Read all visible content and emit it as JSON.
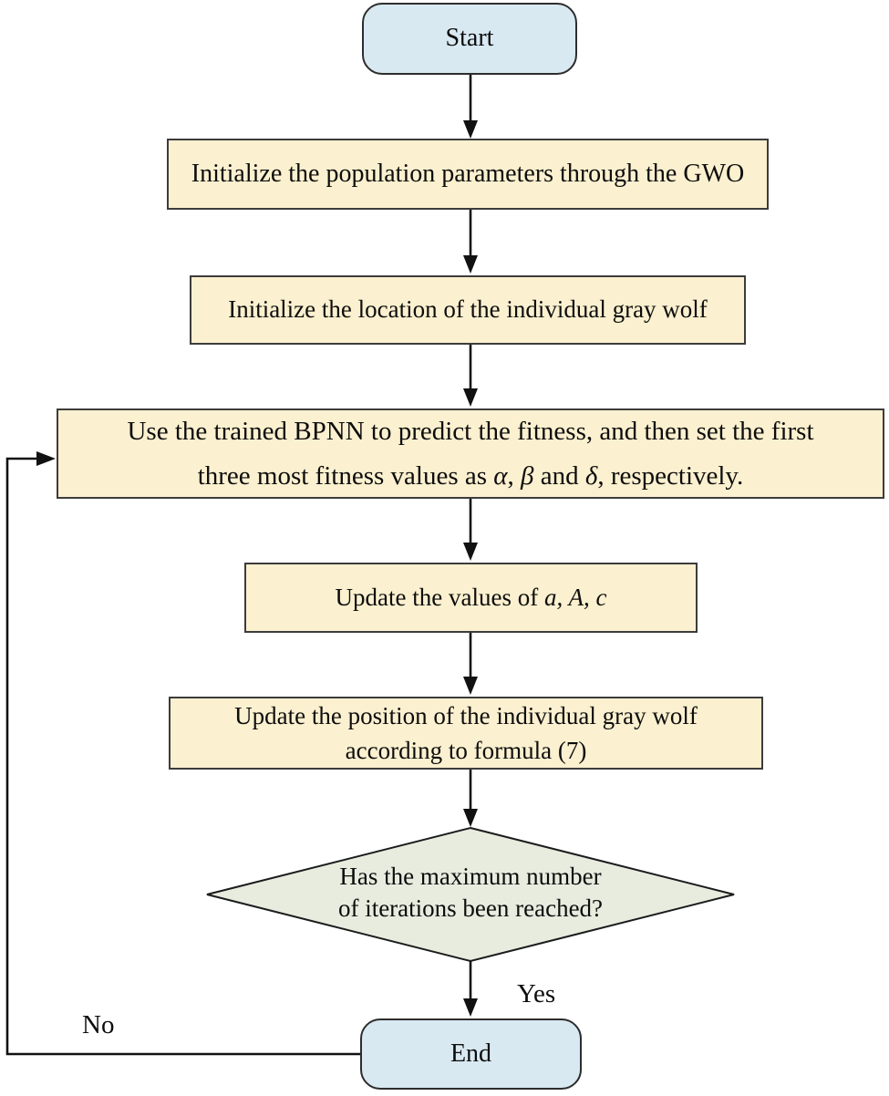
{
  "colors": {
    "terminal_fill": "#d9e9f2",
    "process_fill": "#fbf0cf",
    "decision_fill": "#e8ecdf",
    "line": "#111111"
  },
  "nodes": {
    "start": {
      "label": "Start"
    },
    "init_params": {
      "label": "Initialize the population parameters through the GWO"
    },
    "init_location": {
      "label": "Initialize the location of the individual gray wolf"
    },
    "predict": {
      "line1": "Use the trained BPNN to predict the fitness, and then set the first",
      "line2": {
        "p1": "three most fitness values as ",
        "alpha": "α",
        "comma1": ", ",
        "beta": "β",
        "and_word": " and ",
        "delta": "δ",
        "tail": ", respectively."
      }
    },
    "update_values": {
      "prefix": "Update the values of ",
      "vars": "a, A, c"
    },
    "update_position": {
      "line1": "Update the position of the individual gray wolf",
      "line2": "according to formula (7)"
    },
    "decision": {
      "line1": "Has the maximum number",
      "line2": "of iterations been reached?"
    },
    "end": {
      "label": "End"
    }
  },
  "edges": {
    "yes_label": "Yes",
    "no_label": "No"
  }
}
